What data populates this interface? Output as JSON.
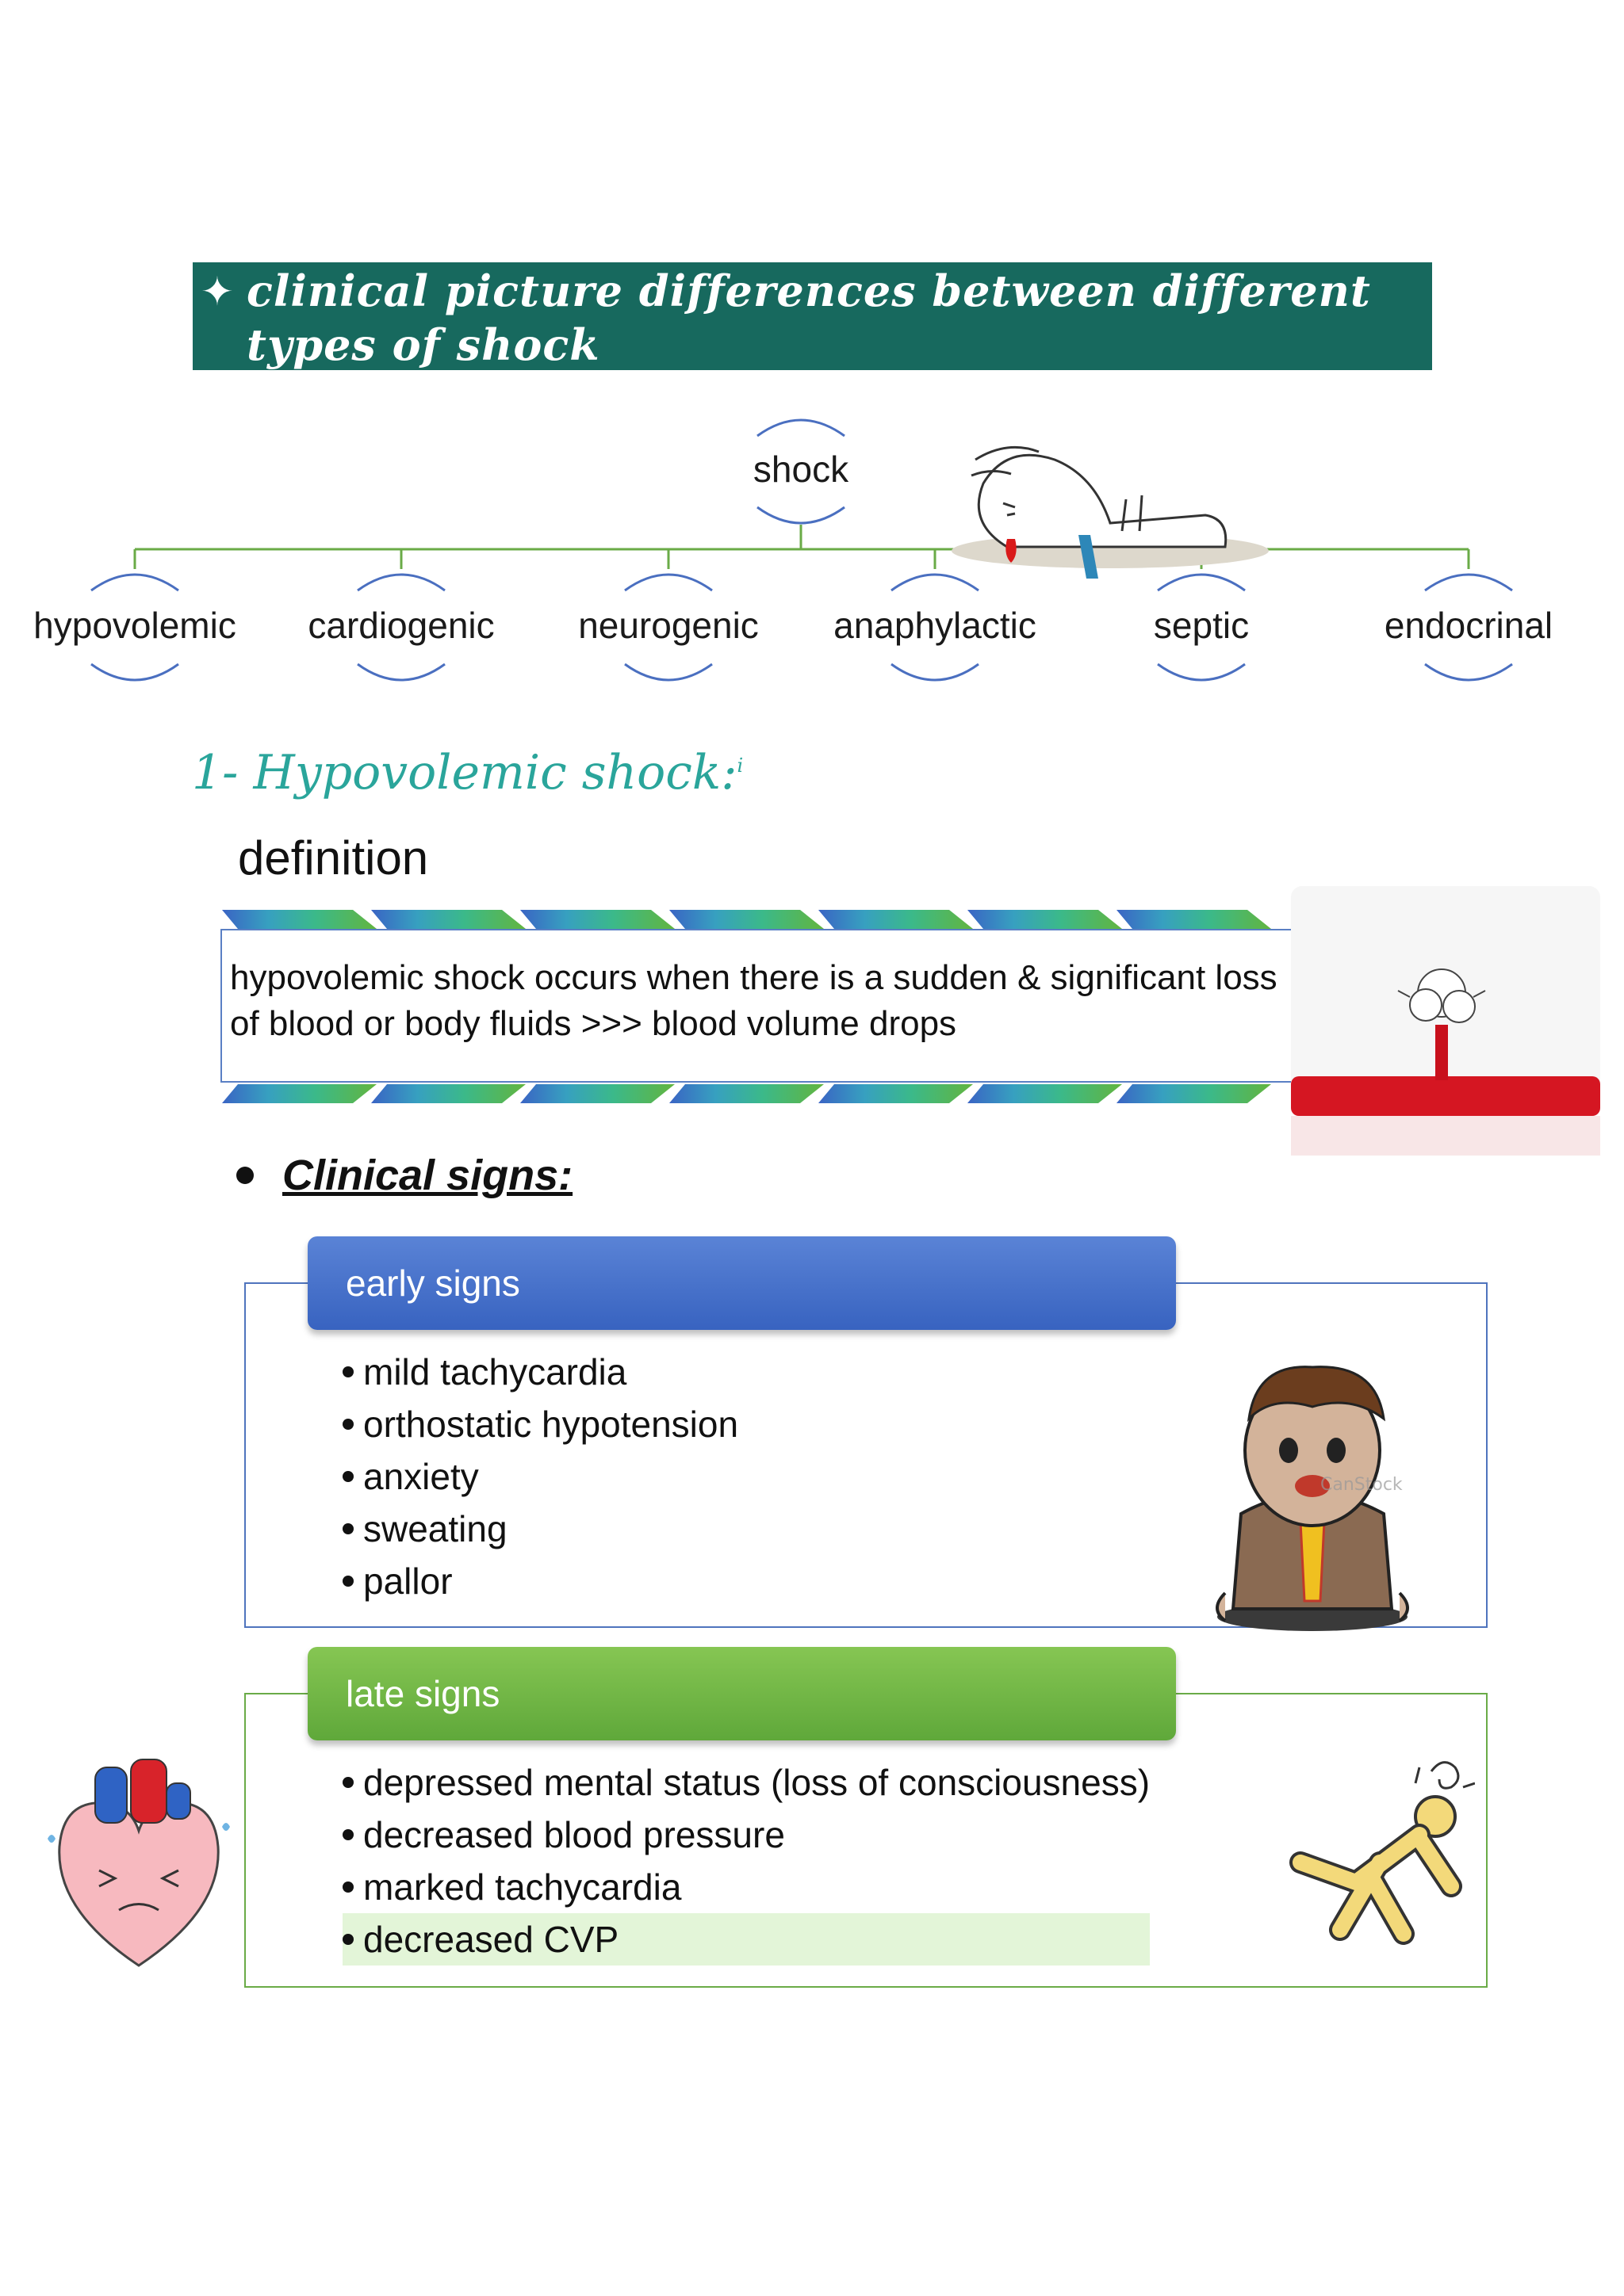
{
  "header": {
    "title": "clinical picture differences between different types of shock",
    "bullet_icon": "plus-icon",
    "color": "#17695e"
  },
  "tree": {
    "root": "shock",
    "children": [
      "hypovolemic",
      "cardiogenic",
      "neurogenic",
      "anaphylactic",
      "septic",
      "endocrinal"
    ],
    "line_color": "#6aab47",
    "arc_color": "#4a6fc0"
  },
  "section": {
    "title": "1- Hypovolemic shock:",
    "footnote": "i",
    "definition_heading": "definition",
    "definition_text": "hypovolemic shock occurs when there is a  sudden & significant loss of blood or body fluids >>> blood volume drops"
  },
  "clinical": {
    "heading": "Clinical signs:",
    "early": {
      "label": "early signs",
      "items": [
        "mild tachycardia",
        "orthostatic hypotension",
        "anxiety",
        "sweating",
        "pallor"
      ]
    },
    "late": {
      "label": "late signs",
      "items": [
        "depressed mental status (loss of consciousness)",
        "decreased blood pressure",
        "marked tachycardia",
        "decreased CVP"
      ]
    }
  },
  "illustrations": {
    "watermark": "CanStock",
    "icons": [
      "collapsed-patient-illustration",
      "blood-loss-illustration",
      "distressed-man-illustration",
      "sad-heart-illustration",
      "falling-person-illustration"
    ]
  }
}
